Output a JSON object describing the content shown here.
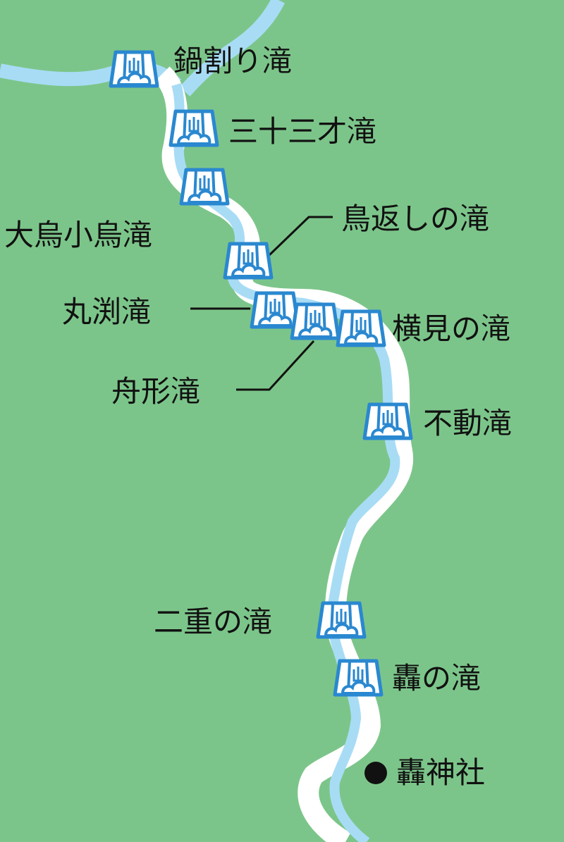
{
  "colors": {
    "land": "#7cc58a",
    "river": "#a8dcf5",
    "road": "#ffffff",
    "icon": "#2a88d0"
  },
  "waterfalls": [
    {
      "name": "鍋割り滝",
      "icon": "waterfall-icon"
    },
    {
      "name": "三十三才滝",
      "icon": "waterfall-icon"
    },
    {
      "name": "大烏小烏滝",
      "icon": "waterfall-icon"
    },
    {
      "name": "鳥返しの滝",
      "icon": "waterfall-icon"
    },
    {
      "name": "丸渕滝",
      "icon": "waterfall-icon"
    },
    {
      "name": "舟形滝",
      "icon": "waterfall-icon"
    },
    {
      "name": "横見の滝",
      "icon": "waterfall-icon"
    },
    {
      "name": "不動滝",
      "icon": "waterfall-icon"
    },
    {
      "name": "二重の滝",
      "icon": "waterfall-icon"
    },
    {
      "name": "轟の滝",
      "icon": "waterfall-icon"
    }
  ],
  "shrine": {
    "name": "轟神社",
    "icon": "dot-icon"
  }
}
